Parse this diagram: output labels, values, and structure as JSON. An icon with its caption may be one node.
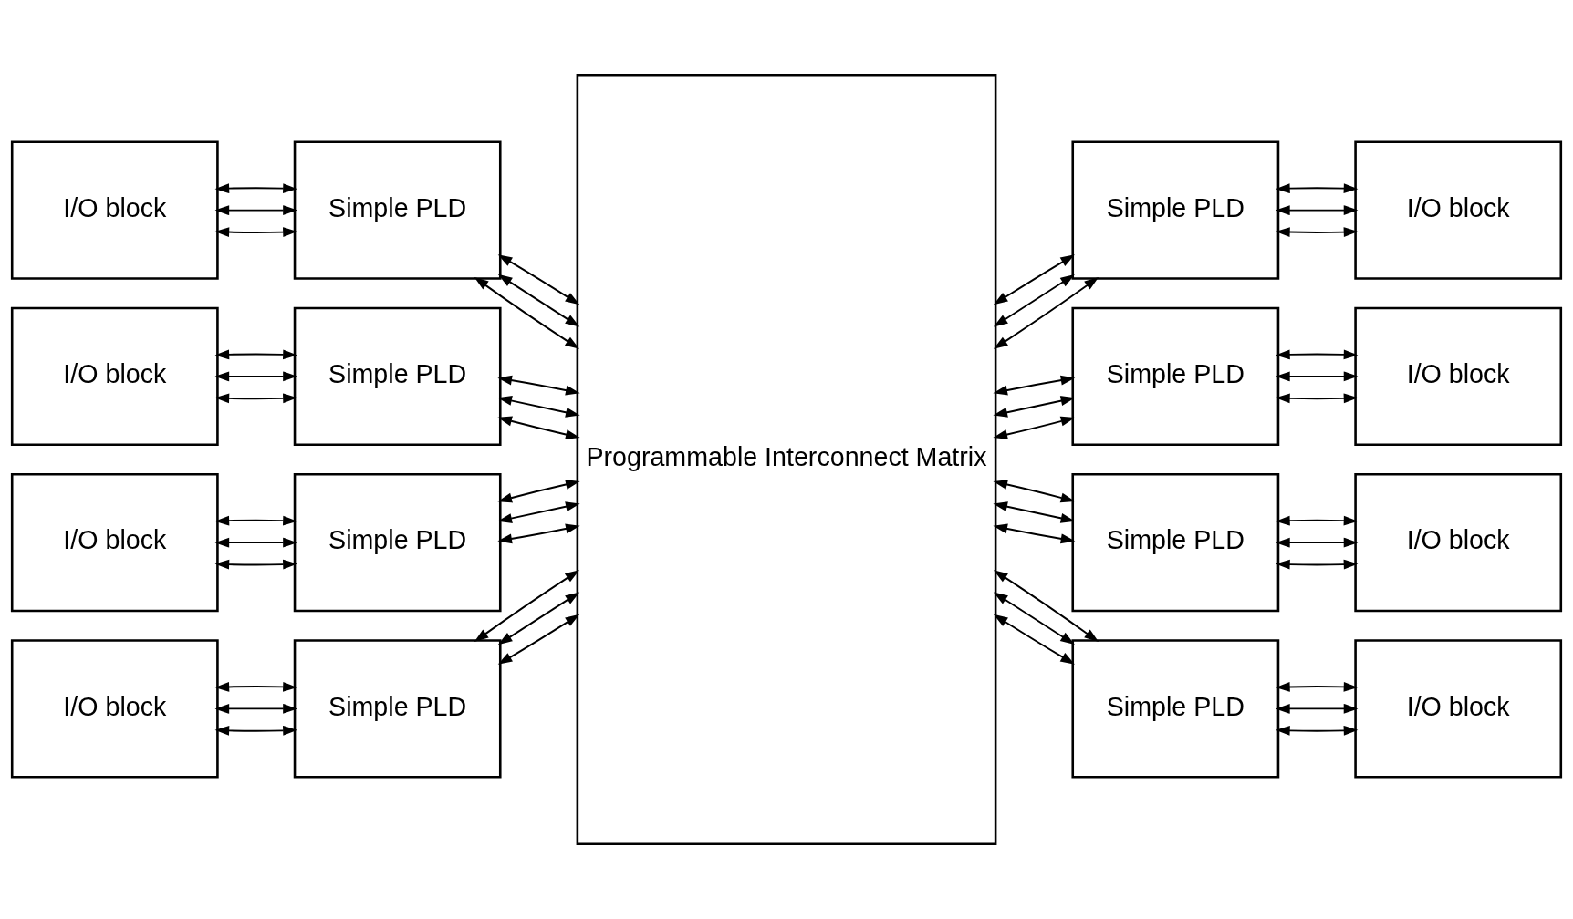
{
  "diagram": {
    "nodes": [
      {
        "text": [
          "I/O block"
        ]
      },
      {
        "text": [
          "Simple PLD"
        ]
      },
      {
        "text": [
          "Programmable Interconnect Matrix"
        ]
      },
      {
        "text": [
          "Simple PLD"
        ]
      },
      {
        "text": [
          "I/O block"
        ]
      },
      {
        "text": [
          "I/O block"
        ]
      },
      {
        "text": [
          "Simple PLD"
        ]
      },
      {
        "text": [
          "Simple PLD"
        ]
      },
      {
        "text": [
          "I/O block"
        ]
      },
      {
        "text": [
          "I/O block"
        ]
      },
      {
        "text": [
          "Simple PLD"
        ]
      },
      {
        "text": [
          "Simple PLD"
        ]
      },
      {
        "text": [
          "I/O block"
        ]
      },
      {
        "text": [
          "I/O block"
        ]
      },
      {
        "text": [
          "Simple PLD"
        ]
      },
      {
        "text": [
          "Simple PLD"
        ]
      },
      {
        "text": [
          "I/O block"
        ]
      }
    ],
    "edges": [
      {
        "from": 0,
        "to": 1,
        "arrow": "both"
      },
      {
        "from": 0,
        "to": 1,
        "arrow": "both"
      },
      {
        "from": 0,
        "to": 1,
        "arrow": "both"
      },
      {
        "from": 1,
        "to": 2,
        "arrow": "both"
      },
      {
        "from": 1,
        "to": 2,
        "arrow": "both"
      },
      {
        "from": 1,
        "to": 2,
        "arrow": "both"
      },
      {
        "from": 2,
        "to": 3,
        "arrow": "both"
      },
      {
        "from": 2,
        "to": 3,
        "arrow": "both"
      },
      {
        "from": 2,
        "to": 3,
        "arrow": "both"
      },
      {
        "from": 3,
        "to": 4,
        "arrow": "both"
      },
      {
        "from": 3,
        "to": 4,
        "arrow": "both"
      },
      {
        "from": 3,
        "to": 4,
        "arrow": "both"
      },
      {
        "from": 5,
        "to": 6,
        "arrow": "both"
      },
      {
        "from": 5,
        "to": 6,
        "arrow": "both"
      },
      {
        "from": 5,
        "to": 6,
        "arrow": "both"
      },
      {
        "from": 6,
        "to": 2,
        "arrow": "both"
      },
      {
        "from": 6,
        "to": 2,
        "arrow": "both"
      },
      {
        "from": 6,
        "to": 2,
        "arrow": "both"
      },
      {
        "from": 2,
        "to": 7,
        "arrow": "both"
      },
      {
        "from": 2,
        "to": 7,
        "arrow": "both"
      },
      {
        "from": 2,
        "to": 7,
        "arrow": "both"
      },
      {
        "from": 7,
        "to": 8,
        "arrow": "both"
      },
      {
        "from": 7,
        "to": 8,
        "arrow": "both"
      },
      {
        "from": 7,
        "to": 8,
        "arrow": "both"
      },
      {
        "from": 9,
        "to": 10,
        "arrow": "both"
      },
      {
        "from": 9,
        "to": 10,
        "arrow": "both"
      },
      {
        "from": 9,
        "to": 10,
        "arrow": "both"
      },
      {
        "from": 10,
        "to": 2,
        "arrow": "both"
      },
      {
        "from": 10,
        "to": 2,
        "arrow": "both"
      },
      {
        "from": 10,
        "to": 2,
        "arrow": "both"
      },
      {
        "from": 2,
        "to": 11,
        "arrow": "both"
      },
      {
        "from": 2,
        "to": 11,
        "arrow": "both"
      },
      {
        "from": 2,
        "to": 11,
        "arrow": "both"
      },
      {
        "from": 11,
        "to": 12,
        "arrow": "both"
      },
      {
        "from": 11,
        "to": 12,
        "arrow": "both"
      },
      {
        "from": 11,
        "to": 12,
        "arrow": "both"
      },
      {
        "from": 13,
        "to": 14,
        "arrow": "both"
      },
      {
        "from": 13,
        "to": 14,
        "arrow": "both"
      },
      {
        "from": 13,
        "to": 14,
        "arrow": "both"
      },
      {
        "from": 14,
        "to": 2,
        "arrow": "both"
      },
      {
        "from": 14,
        "to": 2,
        "arrow": "both"
      },
      {
        "from": 14,
        "to": 2,
        "arrow": "both"
      },
      {
        "from": 2,
        "to": 15,
        "arrow": "both"
      },
      {
        "from": 2,
        "to": 15,
        "arrow": "both"
      },
      {
        "from": 2,
        "to": 15,
        "arrow": "both"
      },
      {
        "from": 15,
        "to": 16,
        "arrow": "both"
      },
      {
        "from": 15,
        "to": 16,
        "arrow": "both"
      },
      {
        "from": 15,
        "to": 16,
        "arrow": "both"
      }
    ]
  }
}
